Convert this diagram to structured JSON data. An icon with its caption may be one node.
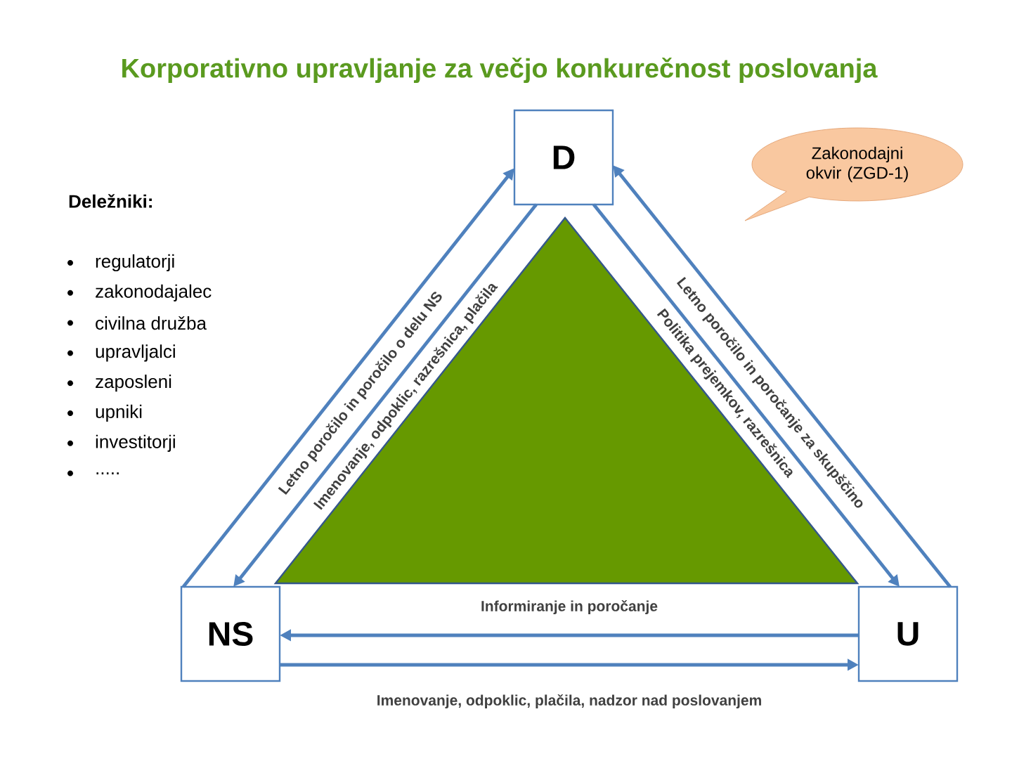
{
  "diagram": {
    "title": "Korporativno upravljanje za večjo konkurečnost poslovanja",
    "nodes": [
      {
        "text": [
          "D"
        ]
      },
      {
        "text": [
          "NS"
        ]
      },
      {
        "text": [
          "U"
        ]
      },
      {
        "text": [
          "Zakonodajni okvir (ZGD-1)"
        ]
      }
    ],
    "edges": [
      {
        "from": 1,
        "to": 0,
        "arrow": "to",
        "label": "Letno poročilo in poročilo o delu NS"
      },
      {
        "from": 0,
        "to": 1,
        "arrow": "to",
        "label": "Imenovanje, odpoklic, razrešnica, plačila"
      },
      {
        "from": 2,
        "to": 0,
        "arrow": "to",
        "label": "Letno poročilo in poročanje za skupščino"
      },
      {
        "from": 0,
        "to": 2,
        "arrow": "to",
        "label": "Politika prejemkov, razrešnica"
      },
      {
        "from": 2,
        "to": 1,
        "arrow": "to",
        "label": "Informiranje in poročanje"
      },
      {
        "from": 1,
        "to": 2,
        "arrow": "to",
        "label": "Imenovanje, odpoklic, plačila, nadzor nad poslovanjem"
      }
    ],
    "labels": [
      "Deležniki:",
      "regulatorji",
      "zakonodajalec",
      "civilna družba",
      "upravljalci",
      "zaposleni",
      "upniki",
      "investitorji",
      "....."
    ]
  }
}
